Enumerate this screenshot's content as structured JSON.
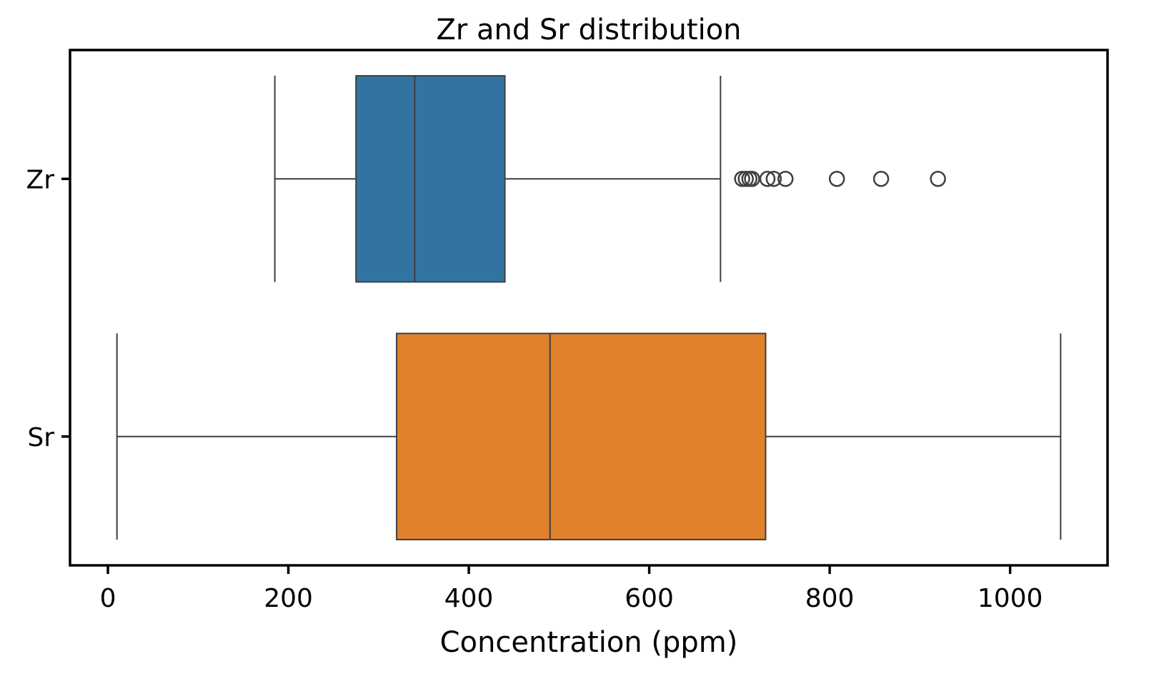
{
  "chart_data": {
    "type": "box",
    "title": "Zr and Sr distribution",
    "xlabel": "Concentration (ppm)",
    "ylabel": "",
    "xlim": [
      -42,
      1108
    ],
    "xticks": [
      0,
      200,
      400,
      600,
      800,
      1000
    ],
    "xtick_labels": [
      "0",
      "200",
      "400",
      "600",
      "800",
      "1000"
    ],
    "orientation": "horizontal",
    "series": [
      {
        "name": "Zr",
        "color": "#3274a1",
        "whisker_low": 185,
        "q1": 275,
        "median": 340,
        "q3": 440,
        "whisker_high": 679,
        "outliers": [
          703,
          707,
          711,
          714,
          731,
          738,
          751,
          808,
          857,
          920
        ]
      },
      {
        "name": "Sr",
        "color": "#e1812c",
        "whisker_low": 10,
        "q1": 320,
        "median": 490,
        "q3": 729,
        "whisker_high": 1056,
        "outliers": []
      }
    ]
  }
}
